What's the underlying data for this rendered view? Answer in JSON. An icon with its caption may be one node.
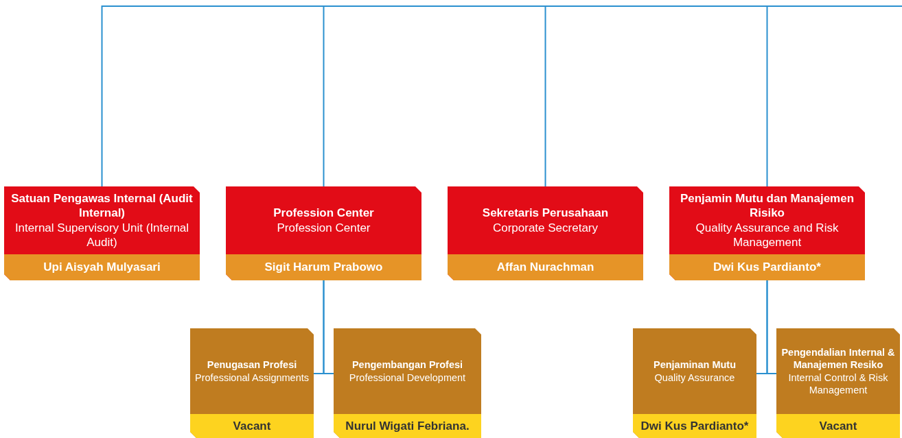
{
  "diagram": {
    "nodes": [
      {
        "text": [
          "Satuan Pengawas Internal (Audit Internal)",
          "Internal Supervisory Unit (Internal Audit)",
          "Upi Aisyah Mulyasari"
        ]
      },
      {
        "text": [
          "Profession Center",
          "Profession Center",
          "Sigit Harum Prabowo"
        ]
      },
      {
        "text": [
          "Sekretaris Perusahaan",
          "Corporate Secretary",
          "Affan Nurachman"
        ]
      },
      {
        "text": [
          "Penjamin Mutu dan Manajemen Risiko",
          "Quality Assurance and Risk Management",
          "Dwi Kus Pardianto*"
        ]
      },
      {
        "text": [
          "Penugasan Profesi",
          "Professional Assignments",
          "Vacant"
        ]
      },
      {
        "text": [
          "Pengembangan Profesi",
          "Professional Development",
          "Nurul Wigati Febriana."
        ]
      },
      {
        "text": [
          "Penjaminan Mutu",
          "Quality Assurance",
          "Dwi Kus Pardianto*"
        ]
      },
      {
        "text": [
          "Pengendalian Internal & Manajemen Resiko",
          "Internal Control & Risk Management",
          "Vacant"
        ]
      }
    ],
    "edges": [
      {
        "from": null,
        "to": 0,
        "arrow": "none"
      },
      {
        "from": null,
        "to": 1,
        "arrow": "none"
      },
      {
        "from": null,
        "to": 2,
        "arrow": "none"
      },
      {
        "from": null,
        "to": 3,
        "arrow": "none"
      },
      {
        "from": 1,
        "to": 4,
        "arrow": "none"
      },
      {
        "from": 1,
        "to": 5,
        "arrow": "none"
      },
      {
        "from": 3,
        "to": 6,
        "arrow": "none"
      },
      {
        "from": 3,
        "to": 7,
        "arrow": "none"
      }
    ]
  }
}
